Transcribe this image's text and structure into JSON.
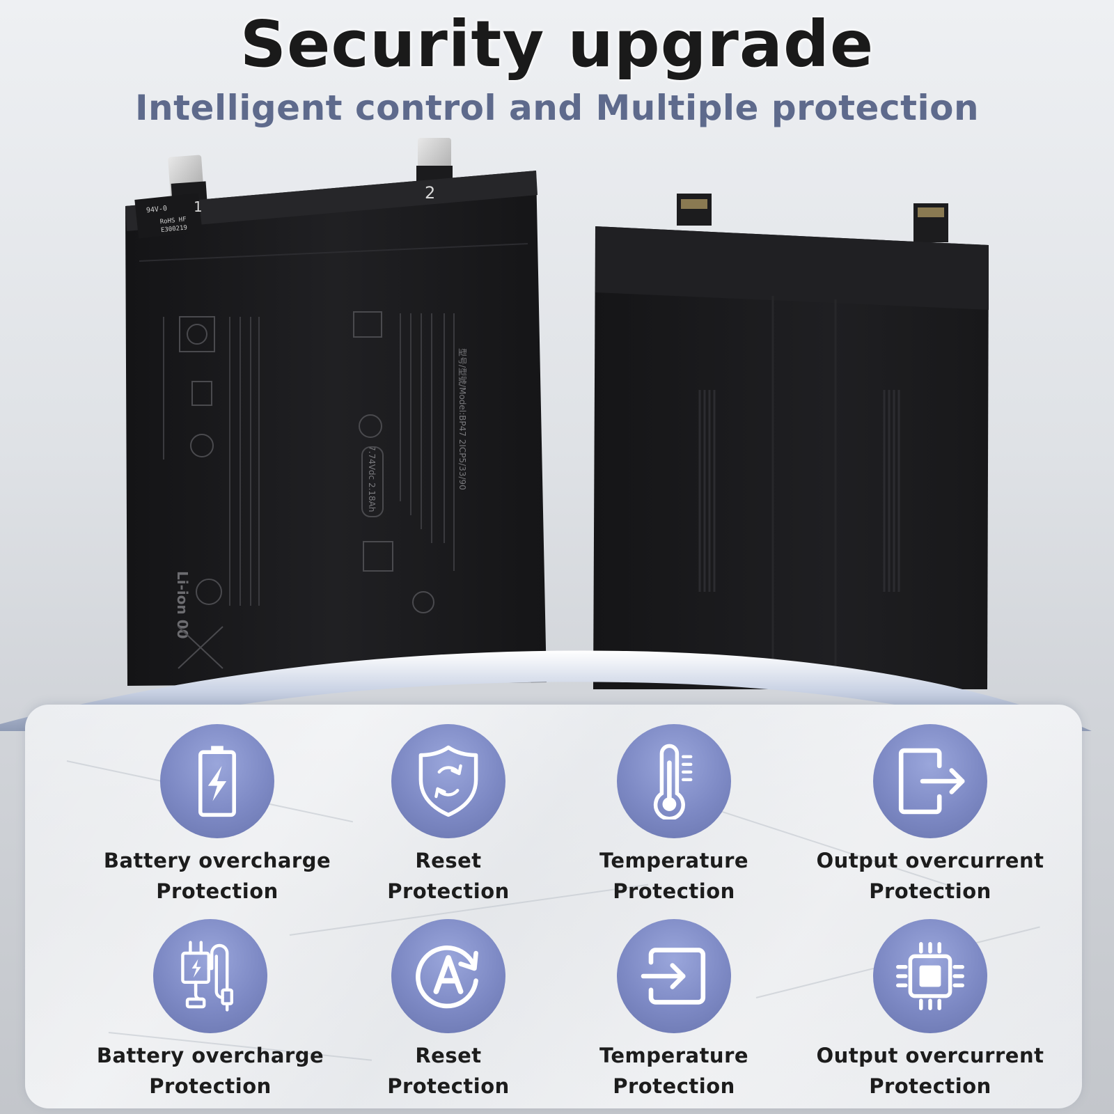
{
  "header": {
    "title": "Security upgrade",
    "subtitle": "Intelligent control and Multiple protection"
  },
  "features": [
    {
      "line1": "Battery overcharge",
      "line2": "Protection",
      "icon": "battery-bolt-icon"
    },
    {
      "line1": "Reset",
      "line2": "Protection",
      "icon": "shield-refresh-icon"
    },
    {
      "line1": "Temperature",
      "line2": "Protection",
      "icon": "thermometer-icon"
    },
    {
      "line1": "Output overcurrent",
      "line2": "Protection",
      "icon": "output-arrow-icon"
    },
    {
      "line1": "Battery overcharge",
      "line2": "Protection",
      "icon": "charger-cable-icon"
    },
    {
      "line1": "Reset",
      "line2": "Protection",
      "icon": "auto-reset-icon"
    },
    {
      "line1": "Temperature",
      "line2": "Protection",
      "icon": "input-arrow-icon"
    },
    {
      "line1": "Output overcurrent",
      "line2": "Protection",
      "icon": "chip-icon"
    }
  ],
  "battery_labels": {
    "connector_1": "1",
    "connector_2": "2",
    "ul_mark": "94V-0",
    "rohs": "RoHS HF",
    "file_no": "E300219",
    "brand": "Li-ion 00",
    "model_line": "型号/型號/Model:BP47  2ICP5/33/90",
    "typ_capacity": "7.74Vdc 2.18Ah"
  },
  "colors": {
    "icon_circle": "#7d89c4",
    "subtitle": "#5e6a8c",
    "title": "#1a1a1a",
    "battery": "#1d1d1f"
  }
}
